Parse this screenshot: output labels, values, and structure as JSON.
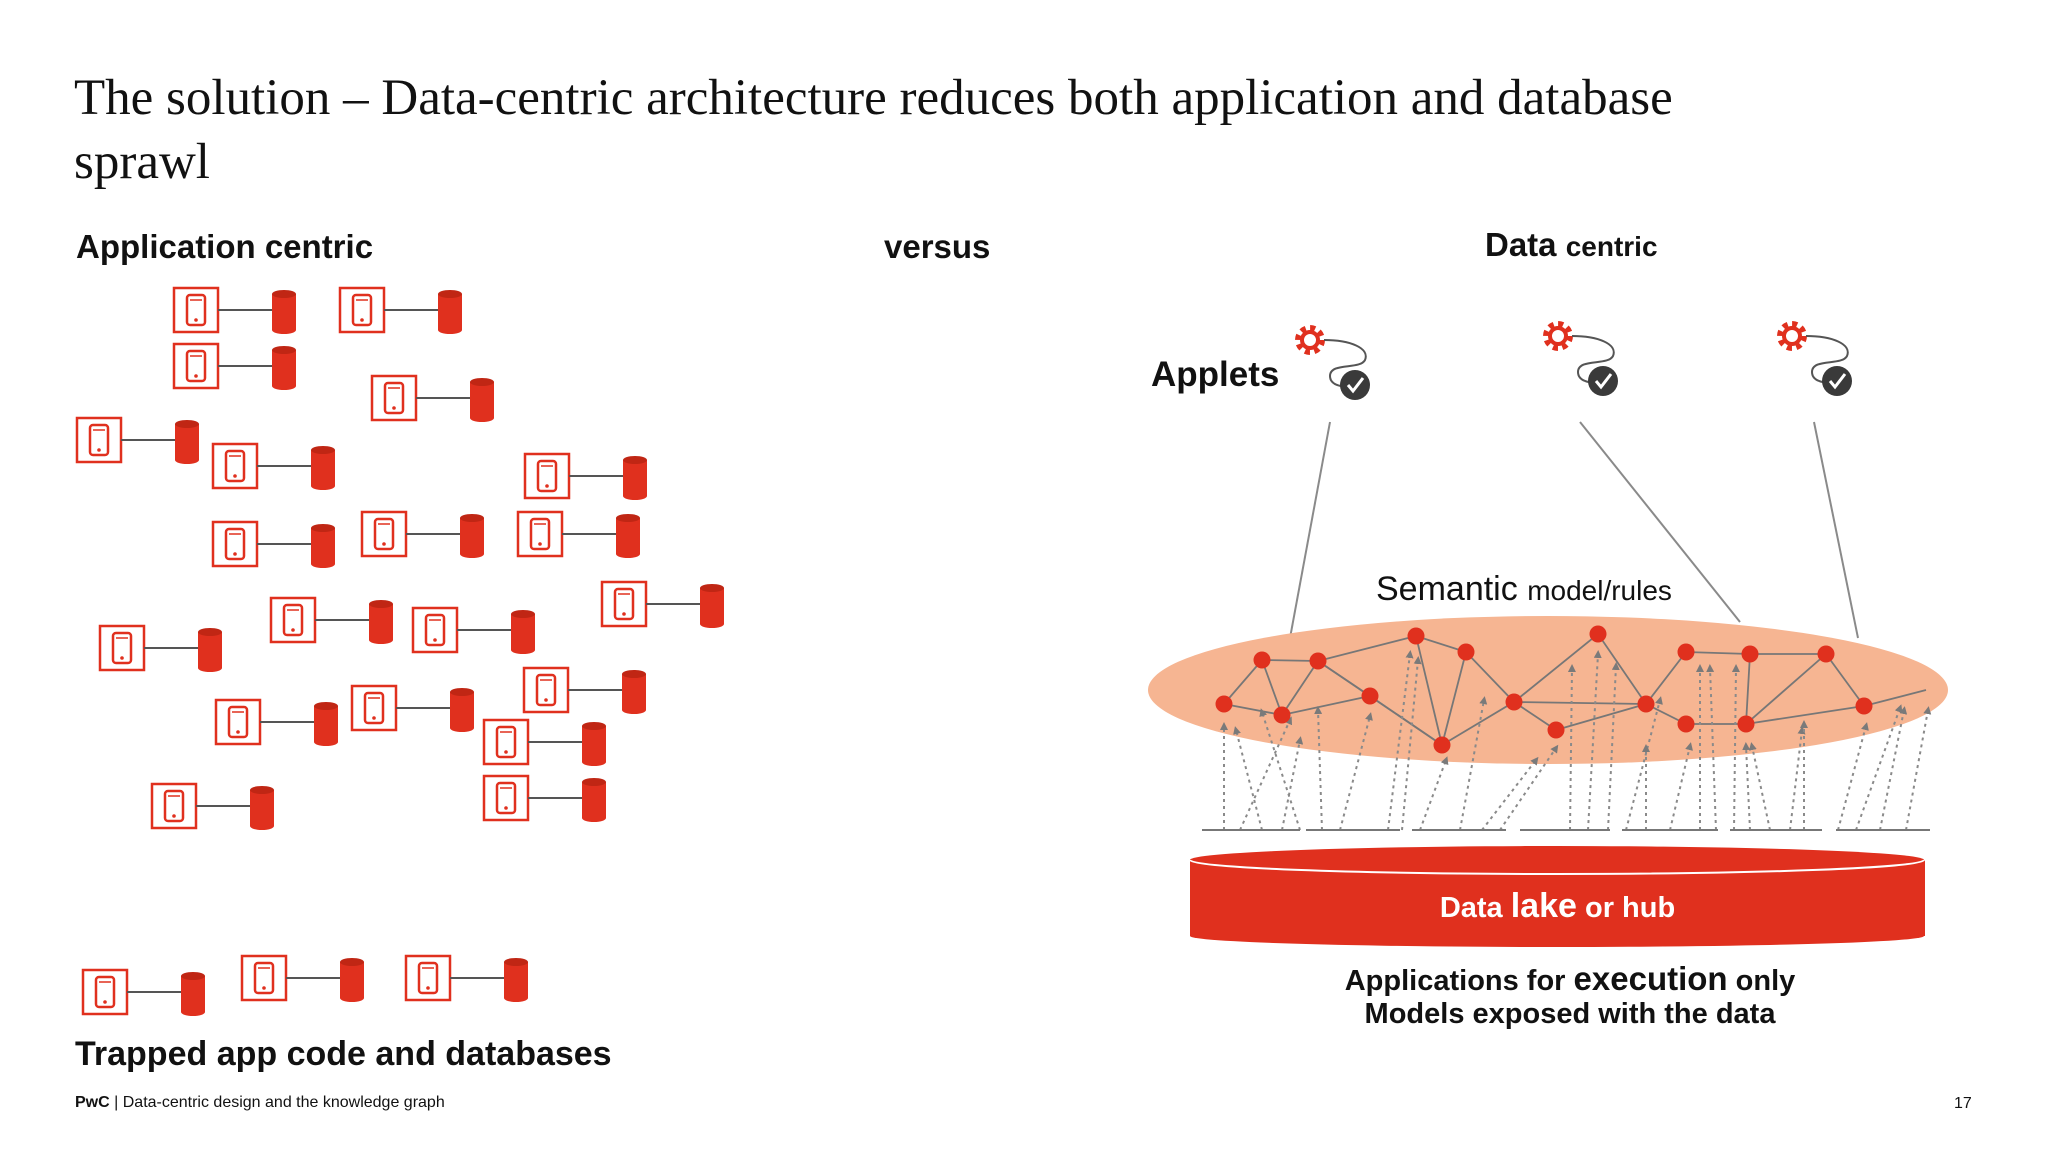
{
  "slide": {
    "title": "The solution – Data-centric architecture reduces both application and database sprawl",
    "page_number": "17"
  },
  "left": {
    "heading": "Application centric",
    "caption": "Trapped app code and databases"
  },
  "middle": {
    "heading": "versus"
  },
  "right": {
    "heading_main": "Data",
    "heading_sub": "centric",
    "applets_label": "Applets",
    "semantic_main": "Semantic",
    "semantic_sub": "model/rules",
    "lake_part1": "Data",
    "lake_part2": "lake",
    "lake_part3": "or hub",
    "caption_line1_a": "Applications for",
    "caption_line1_b": "execution",
    "caption_line1_c": "only",
    "caption_line2": "Models exposed with the data"
  },
  "footer": {
    "brand": "PwC",
    "separator": "|",
    "text": "Data-centric design and the knowledge graph"
  },
  "colors": {
    "accent_red": "#e0301e",
    "ellipse_fill": "#f6b592",
    "check_dark": "#3a3a3a",
    "line_gray": "#8a8a8a"
  },
  "icons": {
    "app_icon": "mobile-phone-icon",
    "db_icon": "database-cylinder-icon",
    "applet_icon": "gear-icon",
    "check_icon": "checkmark-icon"
  }
}
